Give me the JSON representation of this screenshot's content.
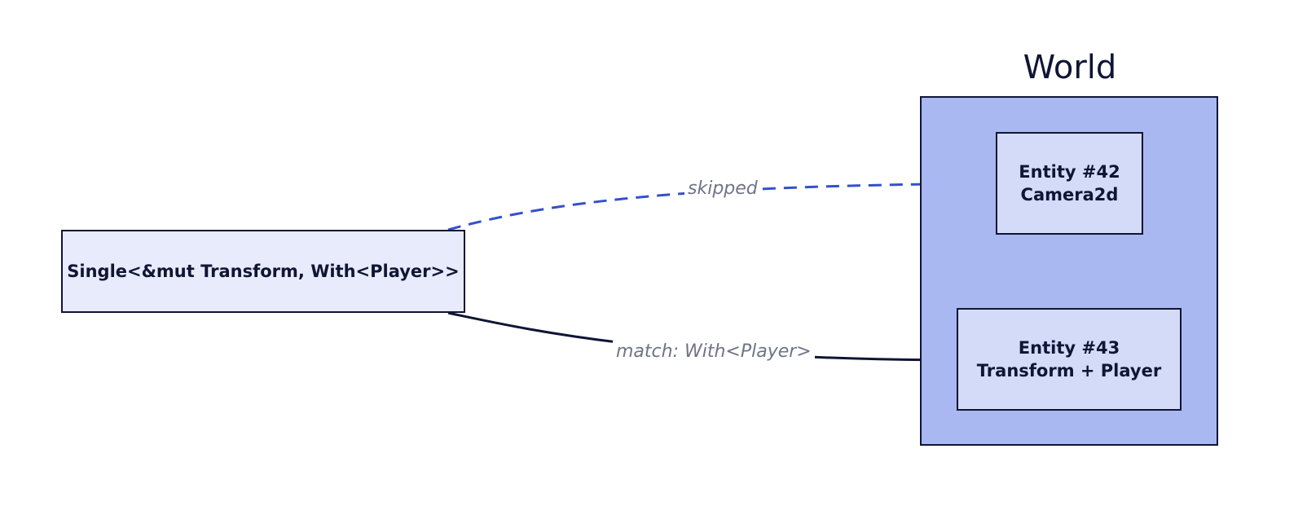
{
  "world": {
    "title": "World"
  },
  "nodes": {
    "query": {
      "label": "Single<&mut Transform, With<Player>>"
    },
    "entity42": {
      "label": "Entity #42\nCamera2d"
    },
    "entity43": {
      "label": "Entity #43\nTransform + Player"
    }
  },
  "edges": {
    "skipped": {
      "label": "skipped",
      "style": "dashed",
      "color": "#3550cc"
    },
    "match": {
      "label": "match: With<Player>",
      "style": "solid",
      "color": "#0f1535"
    }
  },
  "colors": {
    "world_fill": "#a9b8f0",
    "node_fill": "#e8ebfb",
    "entity_fill": "#d4dbf8",
    "stroke": "#0f1535"
  }
}
